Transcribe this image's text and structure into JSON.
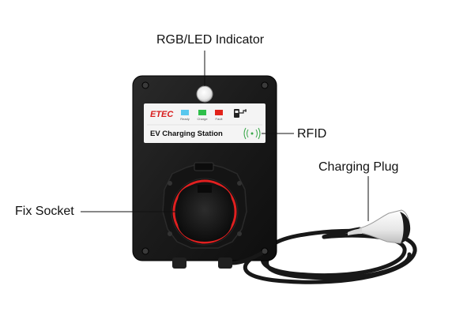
{
  "callouts": {
    "rgb_led": "RGB/LED Indicator",
    "rfid": "RFID",
    "charging_plug": "Charging Plug",
    "fix_socket": "Fix Socket"
  },
  "device": {
    "brand": "ETEC",
    "label": "EV Charging Station",
    "status_lights": [
      {
        "name": "Ready",
        "color": "#59c8ee"
      },
      {
        "name": "Charge",
        "color": "#2fbf4a"
      },
      {
        "name": "Fault",
        "color": "#e2231a"
      }
    ]
  },
  "colors": {
    "housing": "#1c1c1c",
    "panel": "#f4f4f4",
    "brand_red": "#d81e1e",
    "socket_ring": "#e02020",
    "cable": "#181818",
    "plug": "#eeeeee"
  },
  "icons": {
    "plug_icon": "ev-plug-icon",
    "rfid_icon": "rfid-wave-icon"
  }
}
